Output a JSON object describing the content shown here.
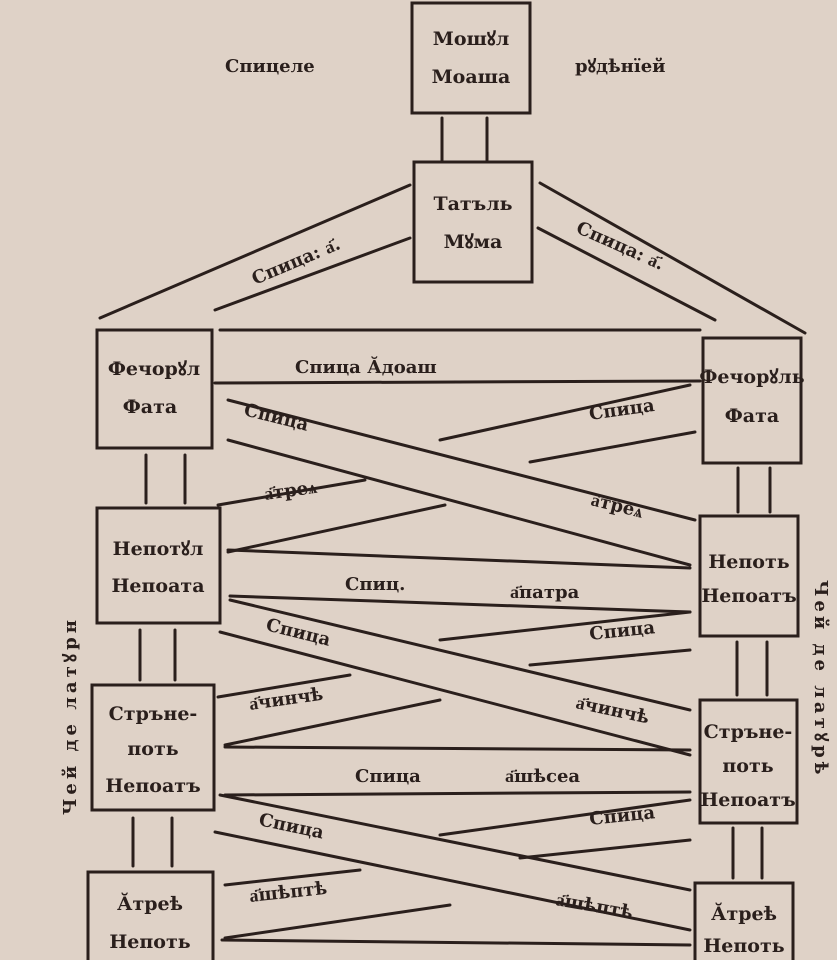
{
  "header": {
    "left": "Спицеле",
    "right": "рꙋдѣнїей"
  },
  "boxes": {
    "grandparents": [
      "Мошꙋл",
      "Моаша"
    ],
    "parents": [
      "Татъль",
      "Мꙋма"
    ],
    "child_left": [
      "Фечорꙋл",
      "Фата"
    ],
    "child_right": [
      "Фечорꙋль",
      "Фата"
    ],
    "grandchild_left": [
      "Непотꙋл",
      "Непоата"
    ],
    "grandchild_right": [
      "Непоть",
      "Непоатъ"
    ],
    "ggchild_left": [
      "Стрънe-",
      "поть",
      "Непоатъ"
    ],
    "ggchild_right": [
      "Стрънe-",
      "поть",
      "Непоатъ"
    ],
    "gggchild_left": [
      "Ӑтреѣ",
      "Непоть"
    ],
    "gggchild_right": [
      "Ӑтреѣ",
      "Непоть"
    ]
  },
  "labels": {
    "spita_1_left": "Спица: а҃.",
    "spita_1_right": "Спица: а҃.",
    "spita_2": "Спица Ӑдоаш",
    "spita_3_a": "Спица",
    "spita_3_b": "Спица",
    "spita_3_c": "а҃треѧ",
    "spita_3_d": "а҃треѧ",
    "spita_4_a": "Спиц.",
    "spita_4_b": "а҃патра",
    "spita_4_c": "Спица",
    "spita_5_a": "Спица",
    "spita_5_b": "а҃чинчѣ",
    "spita_5_c": "а҃чинчѣ",
    "spita_6_a": "Спица",
    "spita_6_b": "а҃шѣсеа",
    "spita_6_c": "Спица",
    "spita_7_a": "Спица",
    "spita_7_b": "а҃шѣптѣ",
    "spita_7_c": "а҃шѣптѣ",
    "side_left": "Чей де латꙋрн",
    "side_right": "Чей де латꙋрѣ"
  }
}
